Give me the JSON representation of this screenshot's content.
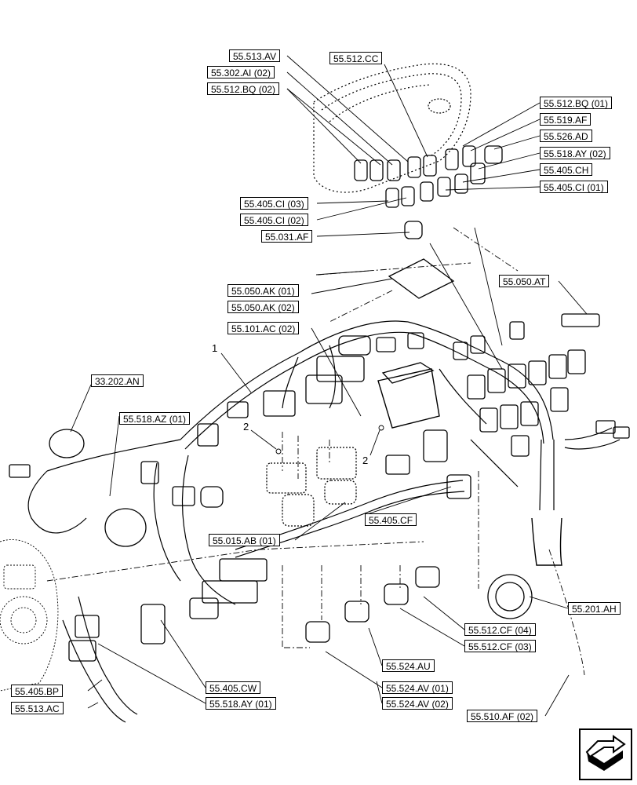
{
  "labels": {
    "l_55_513_av": "55.513.AV",
    "l_55_302_ai_02": "55.302.AI (02)",
    "l_55_512_bq_02": "55.512.BQ (02)",
    "l_55_512_cc": "55.512.CC",
    "l_55_512_bq_01": "55.512.BQ (01)",
    "l_55_519_af": "55.519.AF",
    "l_55_526_ad": "55.526.AD",
    "l_55_518_ay_02": "55.518.AY (02)",
    "l_55_405_ch": "55.405.CH",
    "l_55_405_ci_01": "55.405.CI (01)",
    "l_55_405_ci_03": "55.405.CI (03)",
    "l_55_405_ci_02": "55.405.CI (02)",
    "l_55_031_af": "55.031.AF",
    "l_55_050_ak_01": "55.050.AK (01)",
    "l_55_050_ak_02": "55.050.AK (02)",
    "l_55_050_at": "55.050.AT",
    "l_55_101_ac_02": "55.101.AC (02)",
    "l_33_202_an": "33.202.AN",
    "l_55_518_az_01": "55.518.AZ (01)",
    "l_55_405_cf": "55.405.CF",
    "l_55_015_ab_01": "55.015.AB (01)",
    "l_55_201_ah": "55.201.AH",
    "l_55_512_cf_04": "55.512.CF (04)",
    "l_55_512_cf_03": "55.512.CF (03)",
    "l_55_524_au": "55.524.AU",
    "l_55_524_av_01": "55.524.AV (01)",
    "l_55_524_av_02": "55.524.AV (02)",
    "l_55_510_af_02": "55.510.AF (02)",
    "l_55_405_bp": "55.405.BP",
    "l_55_513_ac": "55.513.AC",
    "l_55_405_cw": "55.405.CW",
    "l_55_518_ay_01": "55.518.AY (01)"
  },
  "callouts": {
    "item_1": "1",
    "item_2a": "2",
    "item_2b": "2"
  },
  "navigation": {
    "icon": "next-page-arrow-icon"
  }
}
